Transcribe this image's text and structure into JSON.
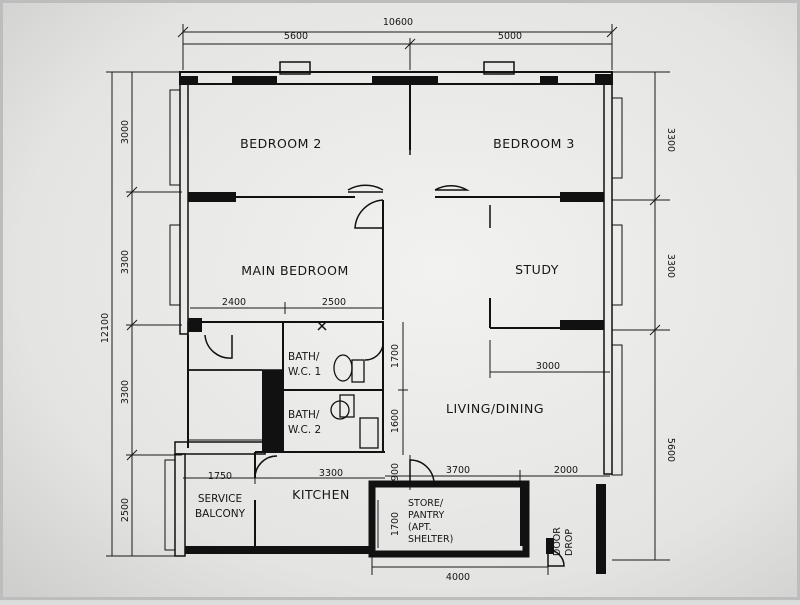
{
  "rooms": {
    "bedroom2": "BEDROOM 2",
    "bedroom3": "BEDROOM 3",
    "main_bedroom": "MAIN BEDROOM",
    "study": "STUDY",
    "bath1_line1": "BATH/",
    "bath1_line2": "W.C. 1",
    "bath2_line1": "BATH/",
    "bath2_line2": "W.C. 2",
    "living_dining": "LIVING/DINING",
    "kitchen": "KITCHEN",
    "service_balcony_line1": "SERVICE",
    "service_balcony_line2": "BALCONY",
    "store_line1": "STORE/",
    "store_line2": "PANTRY",
    "store_line3": "(APT.",
    "store_line4": "SHELTER)",
    "door_label": "DOOR",
    "drop_label": "DROP"
  },
  "dimensions": {
    "top_total": "10600",
    "top_left": "5600",
    "top_right": "5000",
    "left_total": "12100",
    "left_1": "3000",
    "left_2": "3300",
    "left_3": "3300",
    "left_4": "2500",
    "right_1": "3300",
    "right_2": "3300",
    "right_3": "5600",
    "main_bed_a": "2400",
    "main_bed_b": "2500",
    "bath1_h": "1700",
    "bath2_h": "1600",
    "kitchen_gap": "900",
    "study_w": "3000",
    "living_a": "3700",
    "living_b": "2000",
    "service_w": "1750",
    "kitchen_w": "3300",
    "store_h": "1700",
    "bottom": "4000"
  }
}
